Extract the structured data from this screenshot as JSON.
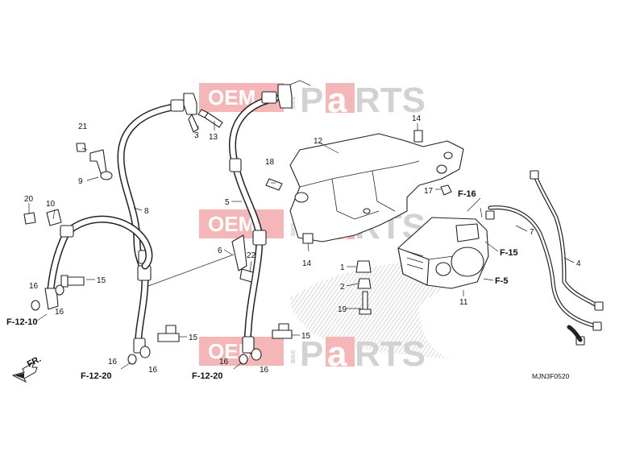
{
  "watermark": {
    "oem": "OEM",
    "bike": "BIKE",
    "parts_p": "P",
    "parts_a": "a",
    "parts_rest": "RTS"
  },
  "callouts": {
    "c1": "1",
    "c2": "2",
    "c3": "3",
    "c4": "4",
    "c5": "5",
    "c6": "6",
    "c7": "7",
    "c8": "8",
    "c9": "9",
    "c10": "10",
    "c11": "11",
    "c12": "12",
    "c13": "13",
    "c14a": "14",
    "c14b": "14",
    "c15a": "15",
    "c15b": "15",
    "c15c": "15",
    "c16a": "16",
    "c16b": "16",
    "c16c": "16",
    "c16d": "16",
    "c16e": "16",
    "c16f": "16",
    "c17": "17",
    "c18": "18",
    "c19": "19",
    "c20": "20",
    "c21": "21",
    "c22": "22"
  },
  "refs": {
    "f16": "F-16",
    "f15": "F-15",
    "f5": "F-5",
    "f1210": "F-12-10",
    "f1220a": "F-12-20",
    "f1220b": "F-12-20"
  },
  "direction_label": "FR.",
  "diagram_code": "MJN3F0520"
}
